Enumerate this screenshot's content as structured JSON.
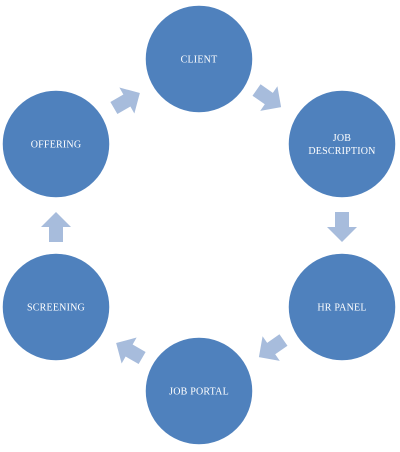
{
  "colors": {
    "circle_fill": "#4f81bd",
    "arrow_fill": "#a7bcdc",
    "label_text": "#ffffff",
    "background": "#ffffff"
  },
  "nodes": [
    {
      "id": "client",
      "label_lines": [
        "CLIENT"
      ]
    },
    {
      "id": "job-description",
      "label_lines": [
        "JOB",
        "DESCRIPTION"
      ]
    },
    {
      "id": "hr-panel",
      "label_lines": [
        "HR PANEL"
      ]
    },
    {
      "id": "job-portal",
      "label_lines": [
        "JOB PORTAL"
      ]
    },
    {
      "id": "screening",
      "label_lines": [
        "SCREENING"
      ]
    },
    {
      "id": "offering",
      "label_lines": [
        "OFFERING"
      ]
    }
  ],
  "connections": [
    {
      "from": "client",
      "to": "job-description"
    },
    {
      "from": "job-description",
      "to": "hr-panel"
    },
    {
      "from": "hr-panel",
      "to": "job-portal"
    },
    {
      "from": "job-portal",
      "to": "screening"
    },
    {
      "from": "screening",
      "to": "offering"
    },
    {
      "from": "offering",
      "to": "client"
    }
  ]
}
